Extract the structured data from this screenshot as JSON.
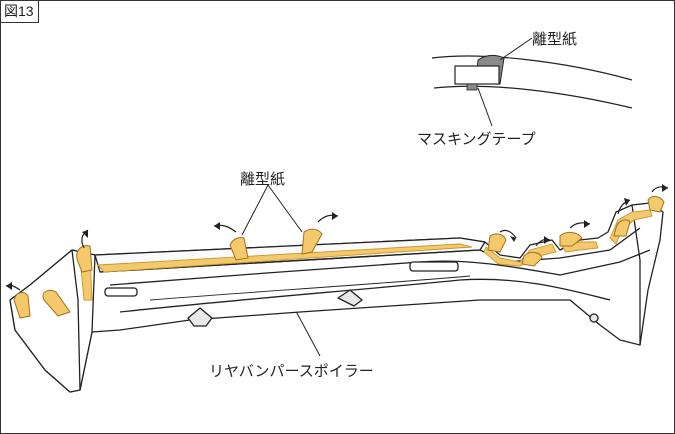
{
  "figure": {
    "number": "図13"
  },
  "labels": {
    "release_paper_top": "離型紙",
    "masking_tape": "マスキングテープ",
    "release_paper_middle": "離型紙",
    "rear_bumper_spoiler": "リヤバンパースポイラー"
  },
  "colors": {
    "tape_yellow": "#f3c96b",
    "tape_outline": "#d9a53c",
    "masking_gray": "#888888",
    "line": "#222222"
  }
}
